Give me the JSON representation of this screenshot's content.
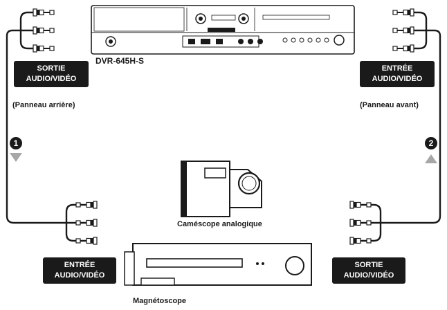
{
  "devices": {
    "recorder": {
      "model": "DVR-645H-S"
    },
    "camcorder": {
      "caption": "Caméscope analogique"
    },
    "vcr": {
      "caption": "Magnétoscope"
    }
  },
  "labels": {
    "recorder_rear_out": {
      "line1": "SORTIE",
      "line2": "AUDIO/VIDÉO",
      "panel": "(Panneau arrière)"
    },
    "recorder_front_in": {
      "line1": "ENTRÉE",
      "line2": "AUDIO/VIDÉO",
      "panel": "(Panneau avant)"
    },
    "vcr_in": {
      "line1": "ENTRÉE",
      "line2": "AUDIO/VIDÉO"
    },
    "camcorder_out": {
      "line1": "SORTIE",
      "line2": "AUDIO/VIDÉO"
    }
  },
  "steps": {
    "one": "1",
    "two": "2"
  },
  "colors": {
    "ink": "#1a1a1a",
    "arrow": "#a7a7a7",
    "panel": "#ffffff"
  }
}
